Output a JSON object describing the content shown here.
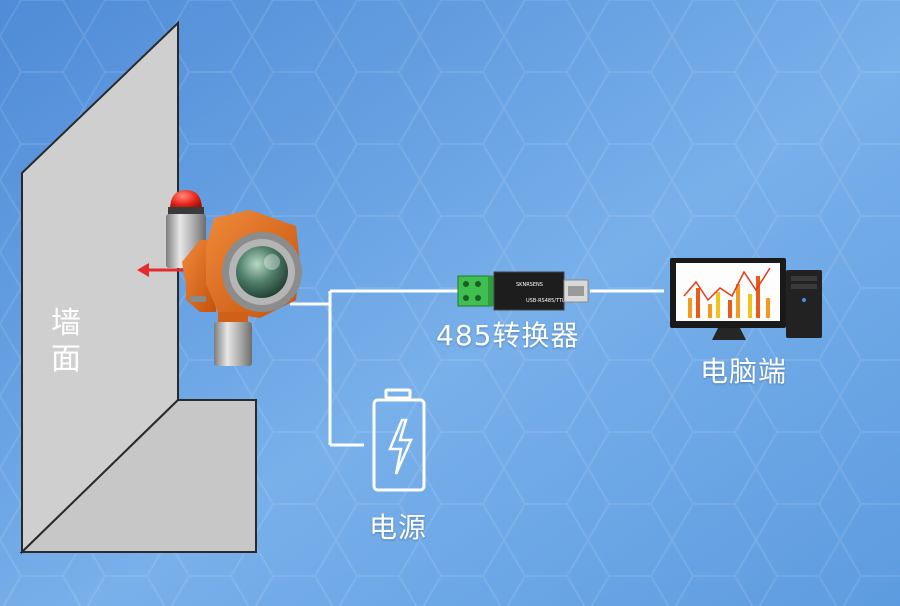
{
  "labels": {
    "wall": "墙面",
    "converter": "485转换器",
    "computer": "电脑端",
    "power": "电源"
  },
  "converter_board": {
    "brand": "SKNRSENS",
    "model": "USB-RS485/TTL"
  },
  "colors": {
    "background_top": "#5c97dc",
    "background_bottom": "#8cbdf0",
    "wall": "#cfcfcf",
    "wall_edge": "#2a2a2a",
    "housing": "#e06a1b",
    "alarm_lamp": "#e8251b",
    "arrow": "#e52b2b",
    "terminal_green": "#3fbf4f",
    "line": "#ffffff"
  },
  "icons": [
    "gas-detector-icon",
    "usb-converter-icon",
    "computer-icon",
    "battery-icon",
    "lightning-icon",
    "arrow-icon"
  ]
}
